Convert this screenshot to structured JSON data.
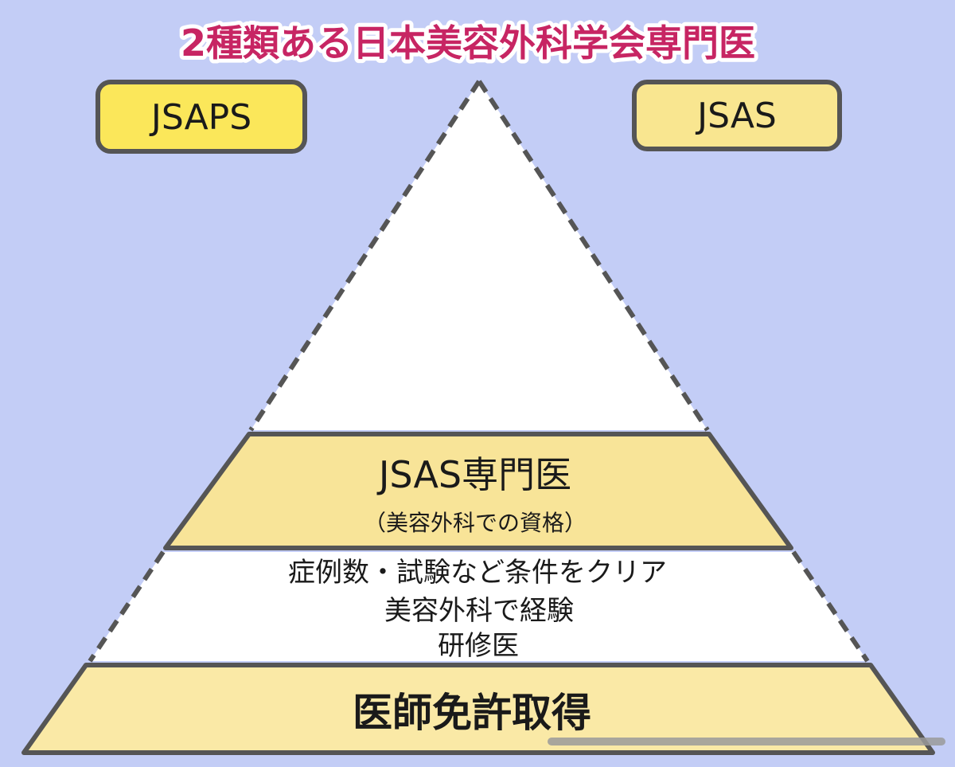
{
  "title": "2種類ある日本美容外科学会専門医",
  "badges": {
    "left": {
      "label": "JSAPS",
      "fill": "#fbe75a"
    },
    "right": {
      "label": "JSAS",
      "fill": "#f9e690"
    }
  },
  "pyramid": {
    "top_tier": {
      "fill": "#ffffff"
    },
    "specialist_tier": {
      "heading": "JSAS専門医",
      "subheading": "（美容外科での資格）",
      "fill": "#f8e498"
    },
    "requirements_tier": {
      "lines": [
        "症例数・試験など条件をクリア",
        "美容外科で経験",
        "研修医"
      ],
      "fill": "#ffffff"
    },
    "base_tier": {
      "label": "医師免許取得",
      "fill": "#fae9a6"
    }
  },
  "colors": {
    "background": "#c3cdf6",
    "title": "#c72563",
    "outline": "#555555"
  }
}
